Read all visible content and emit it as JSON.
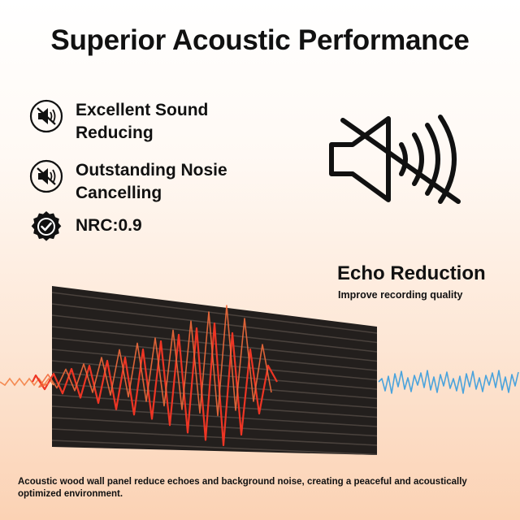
{
  "title": "Superior Acoustic Performance",
  "features": [
    {
      "label": "Excellent Sound Reducing",
      "icon": "speaker-mute-icon"
    },
    {
      "label": "Outstanding Nosie Cancelling",
      "icon": "speaker-mute-icon"
    },
    {
      "label": "NRC:0.9",
      "icon": "check-badge-icon"
    }
  ],
  "echo": {
    "title": "Echo Reduction",
    "subtitle": "Improve recording quality"
  },
  "caption": "Acoustic wood wall panel reduce echoes and background noise, creating a peaceful and acoustically optimized environment.",
  "colors": {
    "wave_red": "#ee3524",
    "wave_orange": "#f48a52",
    "wave_blue": "#4aa3dc",
    "panel": "#231f1d",
    "text": "#111111"
  }
}
